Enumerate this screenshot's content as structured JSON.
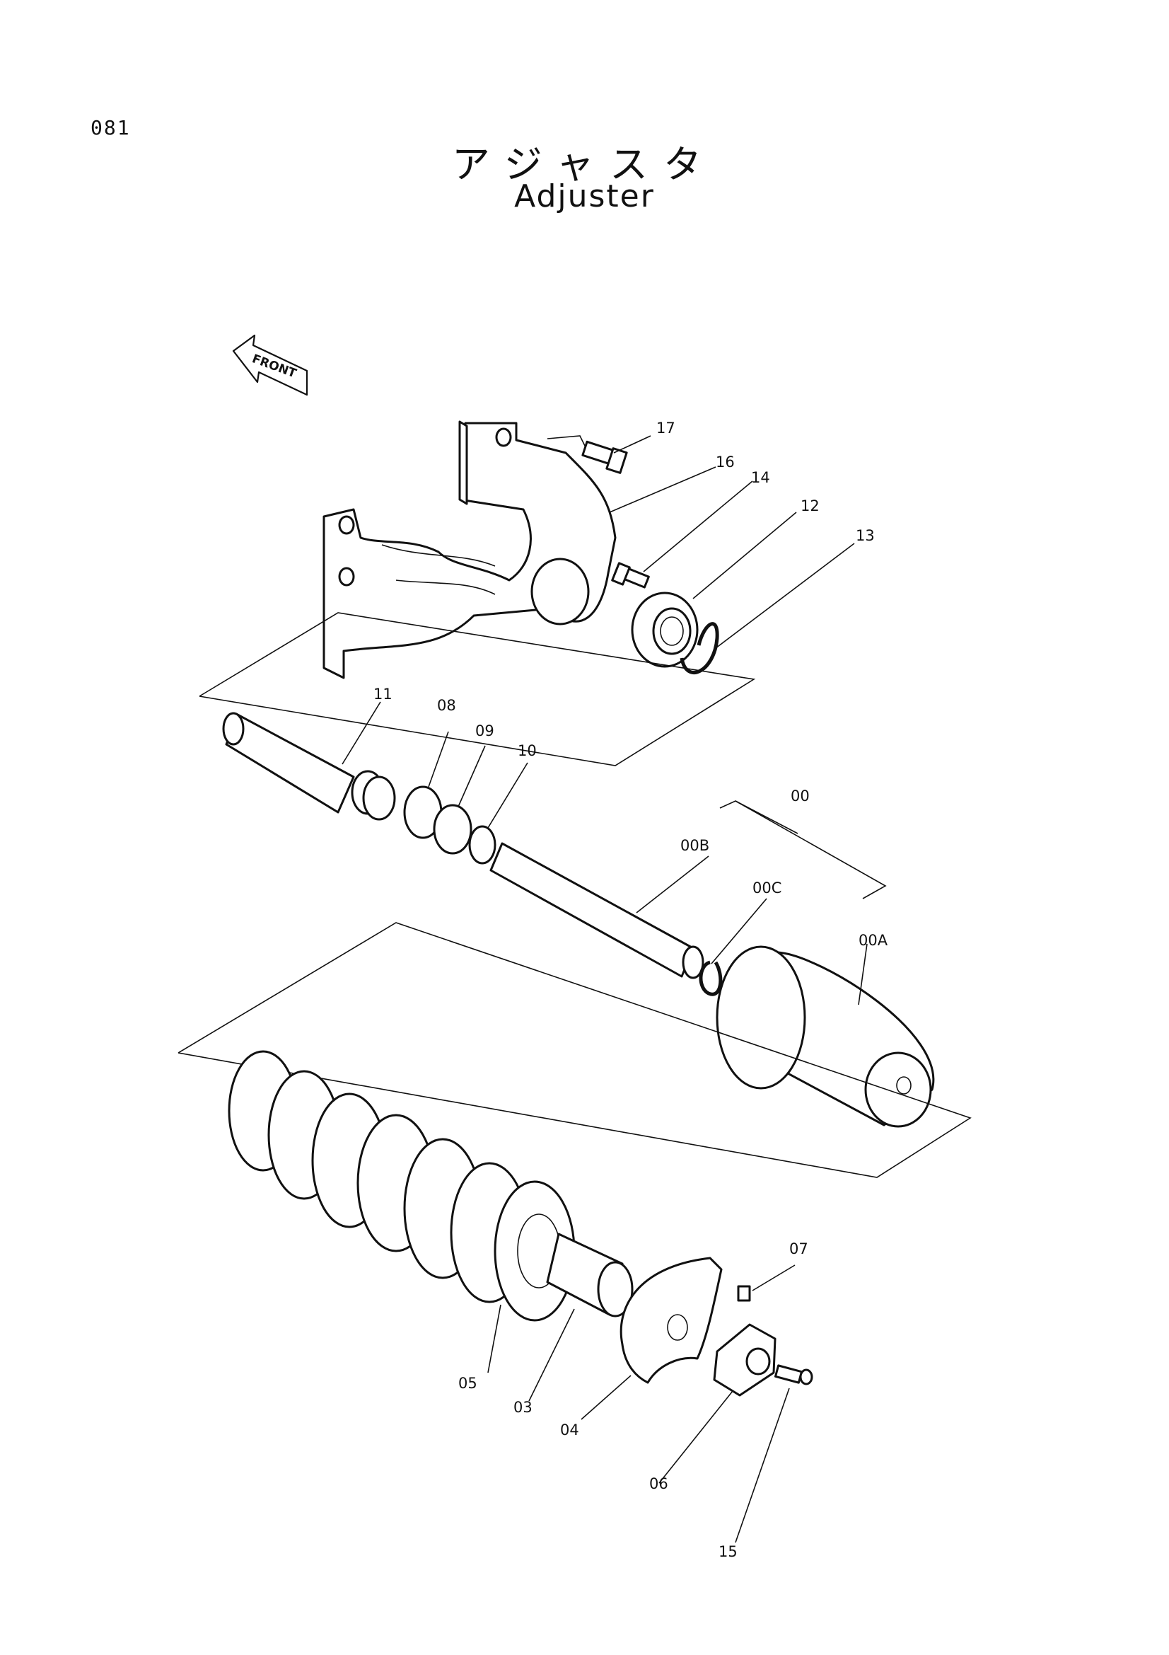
{
  "page": {
    "number": "081",
    "title_ja": "アジャスタ",
    "title_en": "Adjuster",
    "front_label": "FRONT"
  },
  "callouts": {
    "p00": "00",
    "p00A": "00A",
    "p00B": "00B",
    "p00C": "00C",
    "p03": "03",
    "p04": "04",
    "p05": "05",
    "p06": "06",
    "p07": "07",
    "p08": "08",
    "p09": "09",
    "p10": "10",
    "p11": "11",
    "p12": "12",
    "p13": "13",
    "p14": "14",
    "p15": "15",
    "p16": "16",
    "p17": "17"
  }
}
